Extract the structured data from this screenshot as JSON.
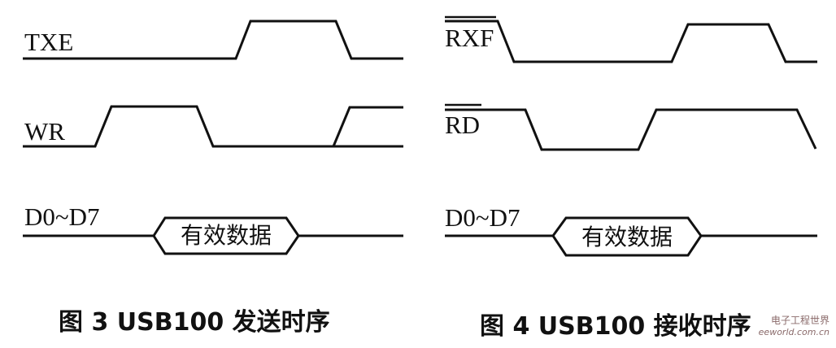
{
  "figures": [
    {
      "caption": "图 3   USB100 发送时序",
      "signals": [
        {
          "label": "TXE",
          "overbar": false
        },
        {
          "label": "WR",
          "overbar": false
        },
        {
          "label": "D0~D7",
          "overbar": false,
          "bus_text": "有效数据"
        }
      ]
    },
    {
      "caption": "图 4   USB100 接收时序",
      "signals": [
        {
          "label": "RXF",
          "overbar": true
        },
        {
          "label": "RD",
          "overbar": true
        },
        {
          "label": "D0~D7",
          "overbar": false,
          "bus_text": "有效数据"
        }
      ]
    }
  ],
  "watermark": {
    "line1": "电子工程世界",
    "line2": "eeworld.com.cn"
  }
}
